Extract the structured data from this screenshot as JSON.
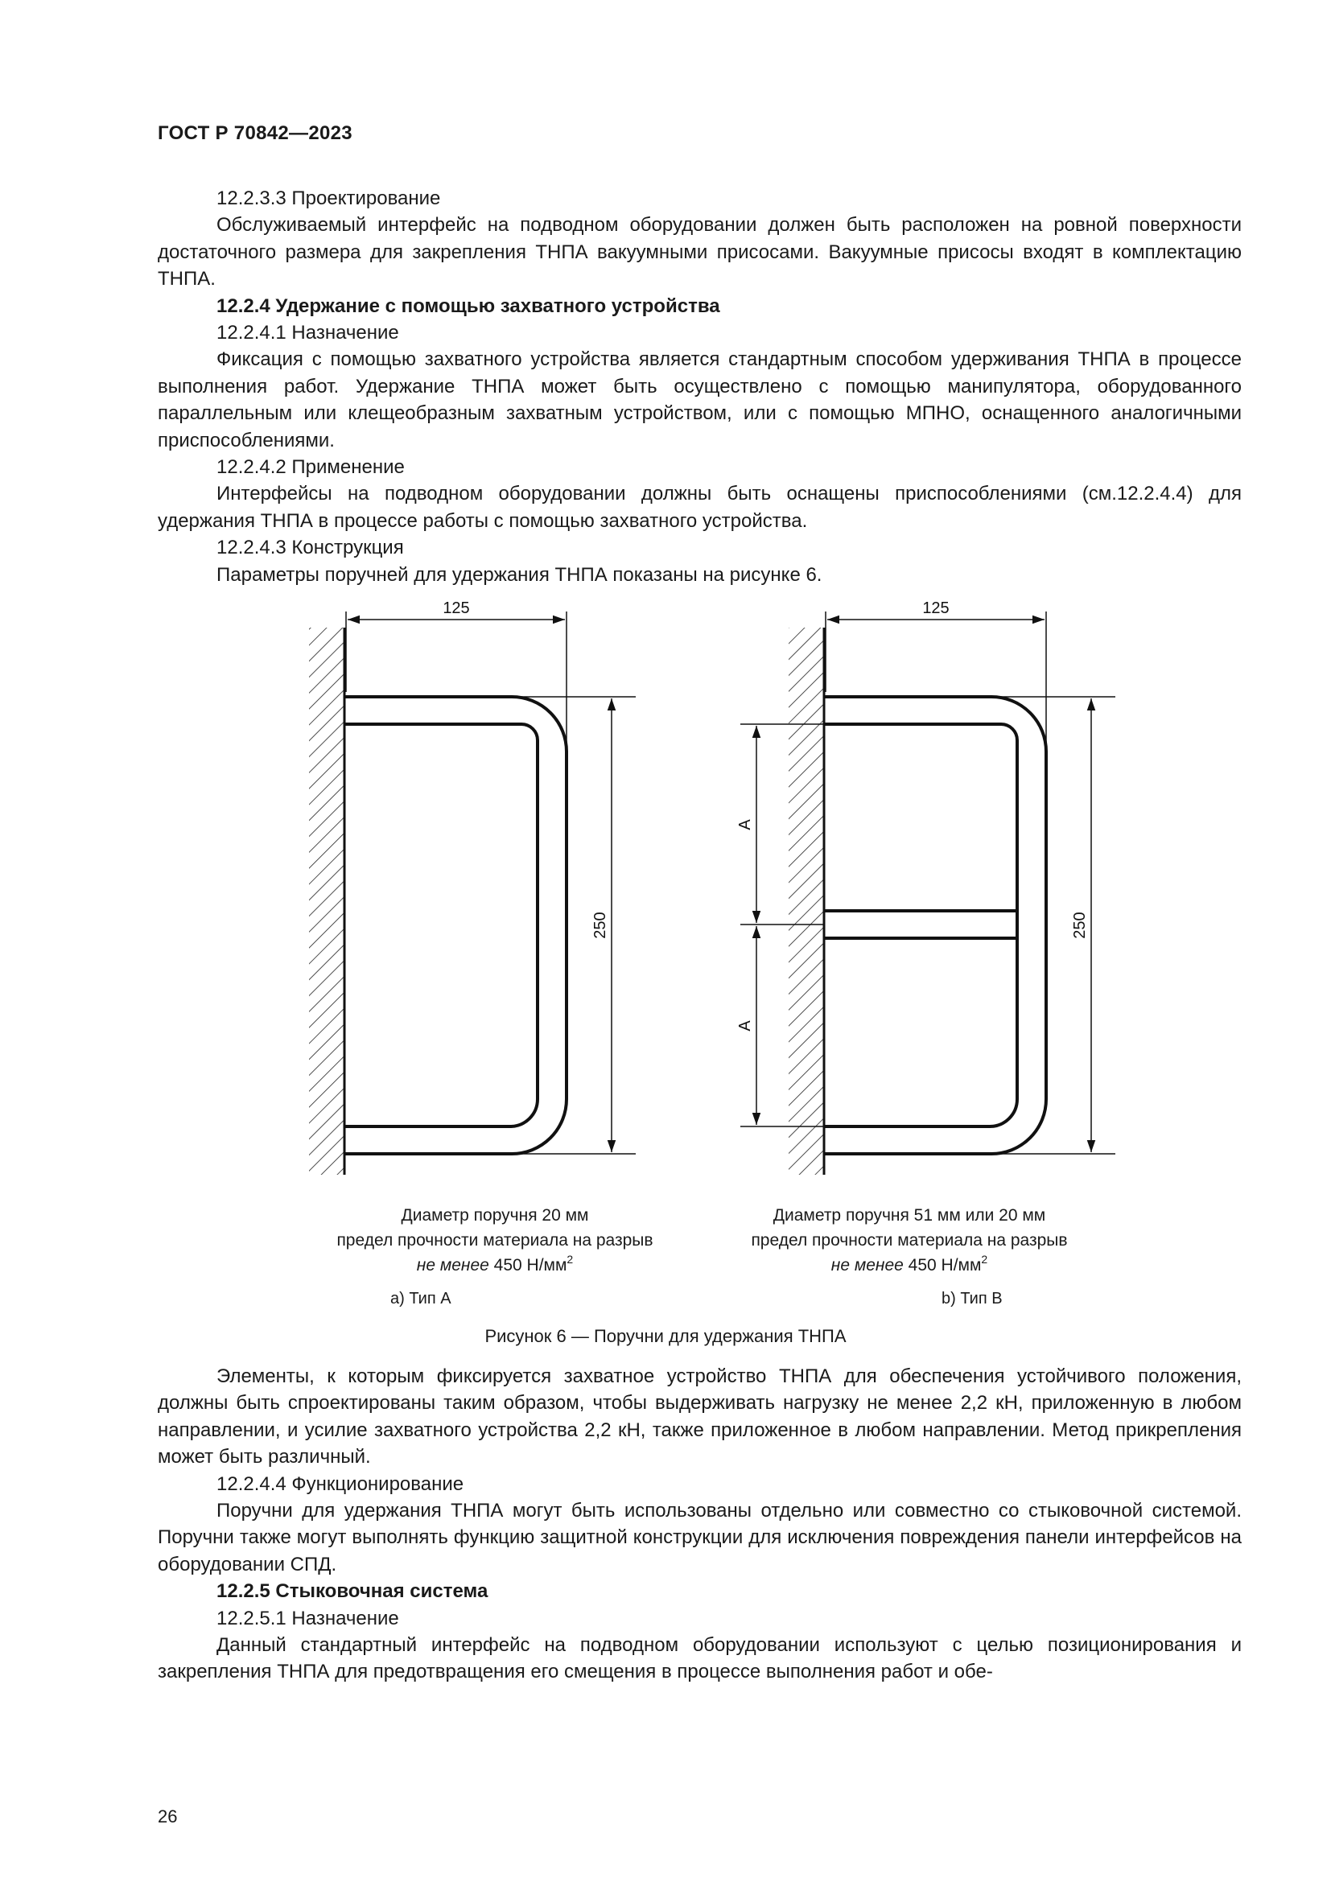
{
  "header": {
    "doc_id": "ГОСТ Р 70842—2023"
  },
  "paragraphs_top": [
    {
      "text": "12.2.3.3 Проектирование",
      "bold": false
    },
    {
      "text": "Обслуживаемый интерфейс на подводном оборудовании должен быть расположен на ровной поверхности достаточного размера для закрепления ТНПА вакуумными присосами. Вакуумные присосы входят в комплектацию ТНПА.",
      "bold": false
    },
    {
      "text": "12.2.4 Удержание с помощью захватного устройства",
      "bold": true
    },
    {
      "text": "12.2.4.1 Назначение",
      "bold": false
    },
    {
      "text": "Фиксация с помощью захватного устройства является стандартным способом удерживания ТНПА в процессе выполнения работ. Удержание ТНПА может быть осуществлено с помощью манипулятора, оборудованного параллельным или клещеобразным захватным устройством, или с помощью МПНО, оснащенного аналогичными приспособлениями.",
      "bold": false
    },
    {
      "text": "12.2.4.2 Применение",
      "bold": false
    },
    {
      "text": "Интерфейсы на подводном оборудовании должны быть оснащены приспособлениями (см.12.2.4.4) для удержания ТНПА в процессе работы с помощью захватного устройства.",
      "bold": false
    },
    {
      "text": "12.2.4.3 Конструкция",
      "bold": false
    },
    {
      "text": "Параметры поручней для удержания ТНПА показаны на рисунке 6.",
      "bold": false
    }
  ],
  "figure": {
    "type_a": {
      "dim_width": "125",
      "dim_height": "250",
      "caption_line1": "Диаметр поручня 20 мм",
      "caption_line2": "предел прочности материала на разрыв",
      "caption_italic": "не менее",
      "caption_value": "450 Н/мм",
      "caption_sup": "2",
      "label": "а) Тип А"
    },
    "type_b": {
      "dim_width": "125",
      "dim_height": "250",
      "dim_a": "A",
      "caption_line1": "Диаметр поручня 51 мм или 20 мм",
      "caption_line2": "предел прочности материала на разрыв",
      "caption_italic": "не менее",
      "caption_value": "450 Н/мм",
      "caption_sup": "2",
      "label": "b) Тип В"
    },
    "title": "Рисунок 6 — Поручни для удержания ТНПА"
  },
  "paragraphs_bottom": [
    {
      "text": "Элементы, к которым фиксируется захватное устройство ТНПА для обеспечения устойчивого положения, должны быть спроектированы таким образом, чтобы выдерживать нагрузку не менее 2,2 кН, приложенную в любом направлении, и усилие захватного устройства 2,2 кН, также приложенное в любом направлении. Метод прикрепления может быть различный.",
      "bold": false
    },
    {
      "text": "12.2.4.4 Функционирование",
      "bold": false
    },
    {
      "text": "Поручни для удержания ТНПА могут быть использованы отдельно или совместно со стыковочной системой. Поручни также могут выполнять функцию защитной конструкции для исключения повреждения панели интерфейсов на оборудовании СПД.",
      "bold": false
    },
    {
      "text": "12.2.5 Стыковочная система",
      "bold": true
    },
    {
      "text": "12.2.5.1 Назначение",
      "bold": false
    },
    {
      "text": "Данный стандартный интерфейс на подводном оборудовании используют с целью позиционирования и закрепления ТНПА для предотвращения его смещения в процессе выполнения работ и обе-",
      "bold": false
    }
  ],
  "footer": {
    "page_number": "26"
  }
}
